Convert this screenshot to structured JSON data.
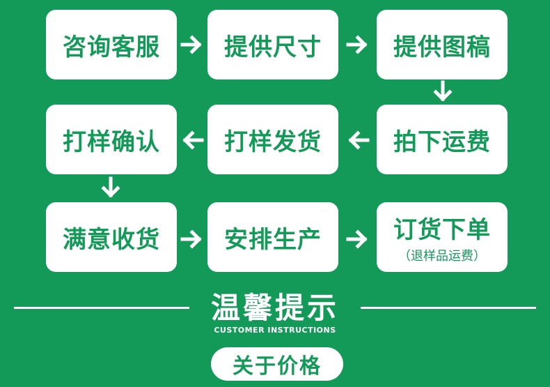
{
  "steps": {
    "s1": "咨询客服",
    "s2": "提供尺寸",
    "s3": "提供图稿",
    "s4": "拍下运费",
    "s5": "打样发货",
    "s6": "打样确认",
    "s7": "满意收货",
    "s8": "安排生产",
    "s9": "订货下单",
    "s9_note": "（退样品运费）"
  },
  "notice": {
    "title": "温馨提示",
    "subtitle": "CUSTOMER INSTRUCTIONS",
    "button": "关于价格"
  },
  "colors": {
    "background": "#149a58",
    "box": "#ffffff",
    "text": "#149a58"
  },
  "icons": {
    "arrow": "arrow-icon"
  }
}
